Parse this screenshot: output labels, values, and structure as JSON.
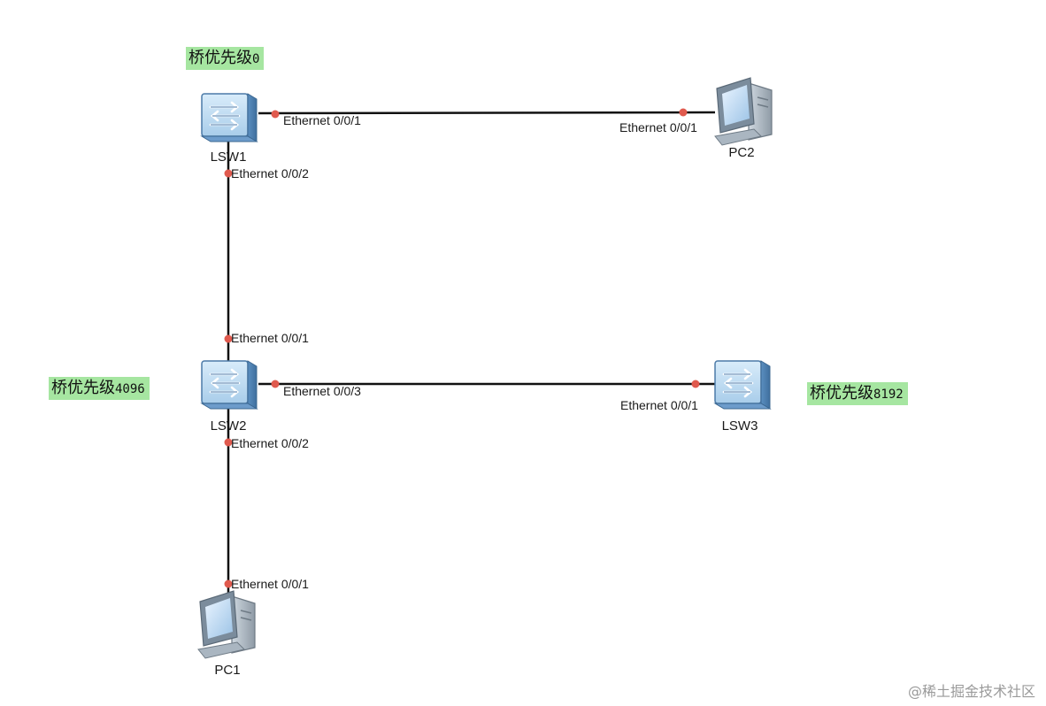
{
  "devices": {
    "lsw1": {
      "name": "LSW1",
      "priority_label": "桥优先级",
      "priority": "0"
    },
    "lsw2": {
      "name": "LSW2",
      "priority_label": "桥优先级",
      "priority": "4096"
    },
    "lsw3": {
      "name": "LSW3",
      "priority_label": "桥优先级",
      "priority": "8192"
    },
    "pc1": {
      "name": "PC1"
    },
    "pc2": {
      "name": "PC2"
    }
  },
  "links": {
    "lsw1_pc2": {
      "a_port": "Ethernet 0/0/1",
      "b_port": "Ethernet 0/0/1"
    },
    "lsw1_lsw2": {
      "a_port": "Ethernet 0/0/2",
      "b_port": "Ethernet 0/0/1"
    },
    "lsw2_lsw3": {
      "a_port": "Ethernet 0/0/3",
      "b_port": "Ethernet 0/0/1"
    },
    "lsw2_pc1": {
      "a_port": "Ethernet 0/0/2",
      "b_port": "Ethernet 0/0/1"
    }
  },
  "colors": {
    "link": "#111111",
    "port_dot": "#e05a4e",
    "priority_bg": "#a6e6a1",
    "switch_body": "#7faed8"
  },
  "icons": {
    "switch": "switch-icon",
    "pc": "pc-icon"
  },
  "watermark": "@稀土掘金技术社区"
}
